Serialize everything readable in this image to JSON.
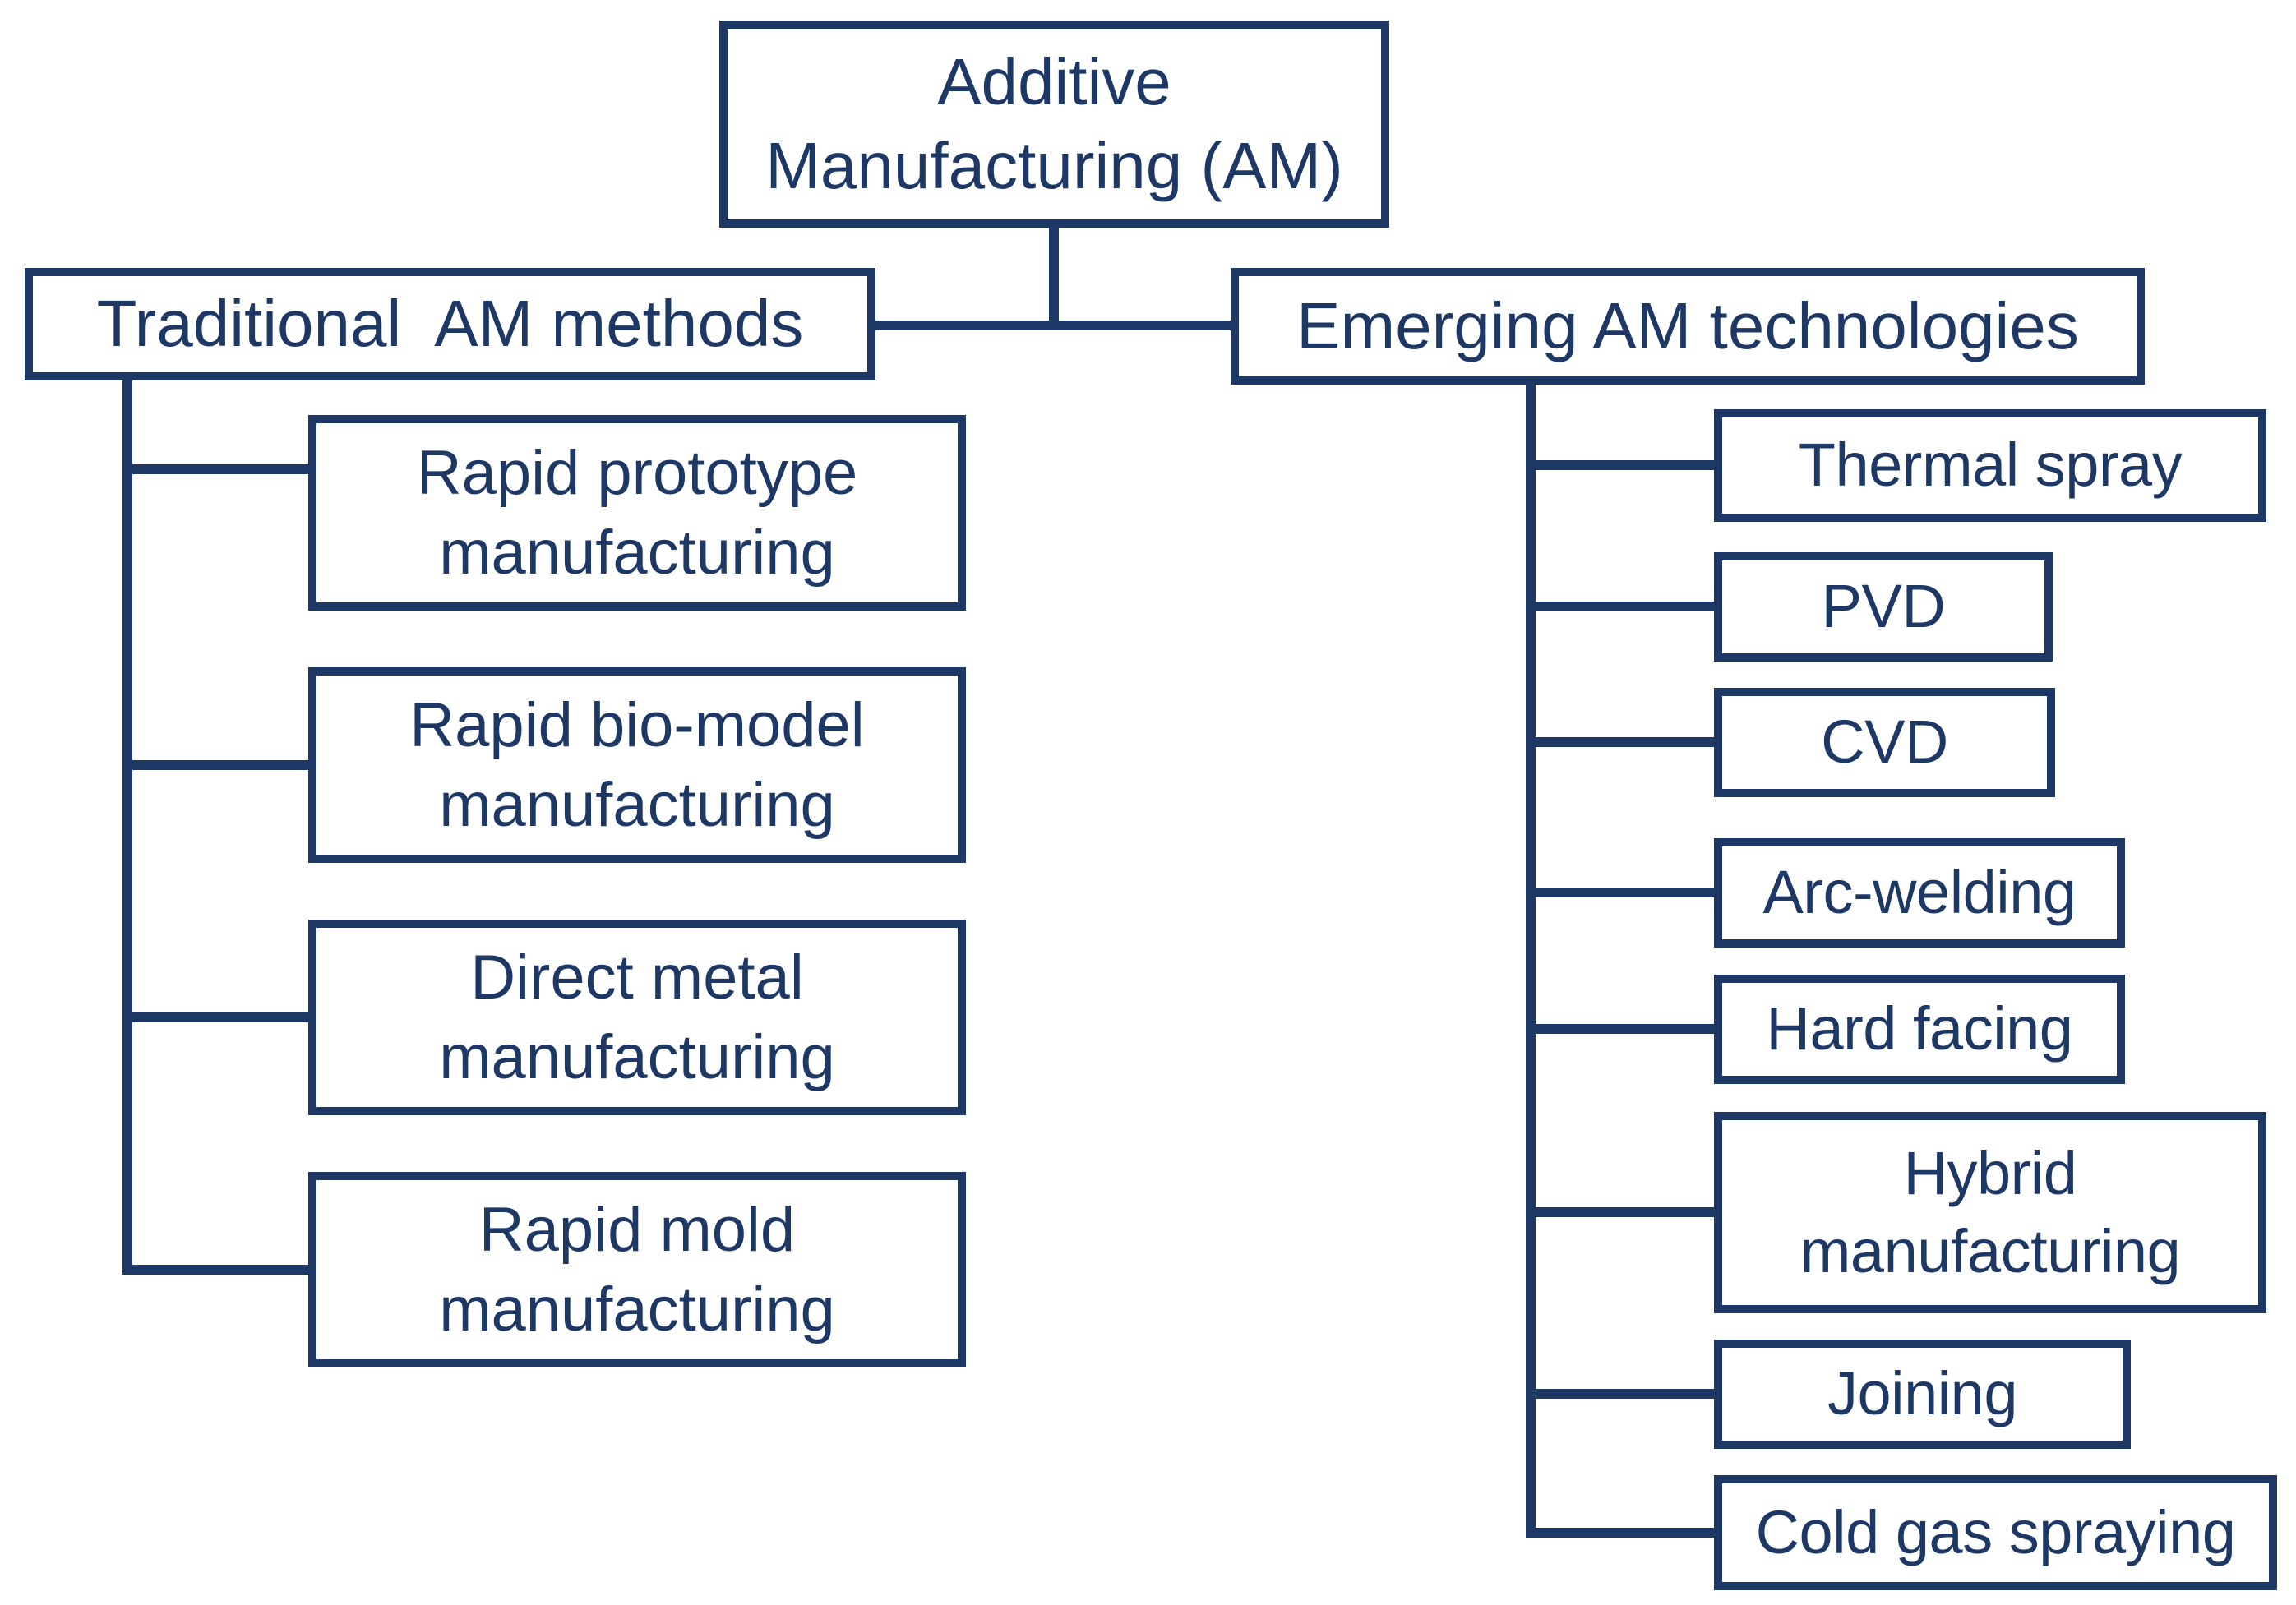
{
  "colors": {
    "line": "#1e3866",
    "background": "#ffffff"
  },
  "diagram": {
    "root": {
      "label": "Additive\nManufacturing (AM)"
    },
    "left_branch": {
      "label": "Traditional  AM methods",
      "children": [
        {
          "label": "Rapid prototype\nmanufacturing"
        },
        {
          "label": "Rapid bio-model\nmanufacturing"
        },
        {
          "label": "Direct metal\nmanufacturing"
        },
        {
          "label": "Rapid mold\nmanufacturing"
        }
      ]
    },
    "right_branch": {
      "label": "Emerging AM technologies",
      "children": [
        {
          "label": "Thermal spray"
        },
        {
          "label": "PVD"
        },
        {
          "label": "CVD"
        },
        {
          "label": "Arc-welding"
        },
        {
          "label": "Hard facing"
        },
        {
          "label": "Hybrid\nmanufacturing"
        },
        {
          "label": "Joining"
        },
        {
          "label": "Cold gas spraying"
        }
      ]
    }
  }
}
